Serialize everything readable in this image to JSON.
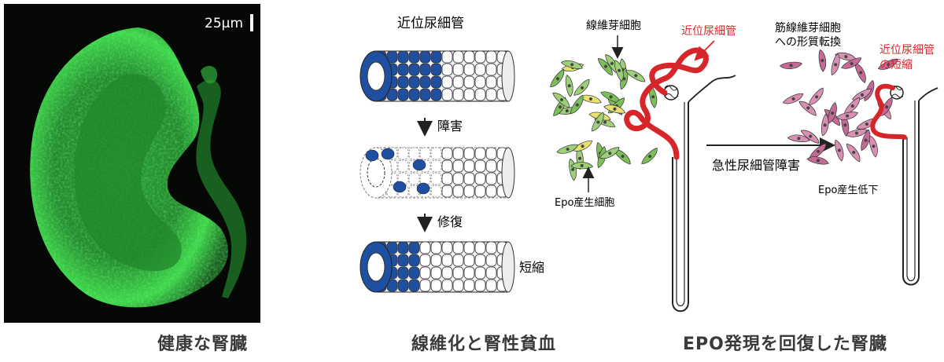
{
  "panel_left": {
    "scale_bar_label": "25μm",
    "caption": "健康な腎臓"
  },
  "panel_middle": {
    "title": "近位尿細管",
    "step1_label": "障害",
    "step2_label": "修復",
    "result_label": "短縮",
    "caption": "線維化と腎性貧血"
  },
  "panel_right": {
    "fibroblast_label": "線維芽細胞",
    "proximal_tubule_label": "近位尿細管",
    "epo_cell_label": "Epo産生細胞",
    "arrow_label": "急性尿細管障害",
    "transform_label_line1": "筋線維芽細胞",
    "transform_label_line2": "への形質転換",
    "shortened_label_line1": "近位尿細管",
    "shortened_label_line2": "の短縮",
    "epo_decrease_label": "Epo産生低下",
    "caption": "EPO発現を回復した腎臓"
  },
  "colors": {
    "kidney_green": "#3fd64a",
    "tubule_blue": "#1f4fa0",
    "tubule_red": "#d7262a",
    "fibroblast_green": "#7cbf5a",
    "myofibroblast_pink": "#c46a94",
    "label_red": "#d7262a"
  }
}
